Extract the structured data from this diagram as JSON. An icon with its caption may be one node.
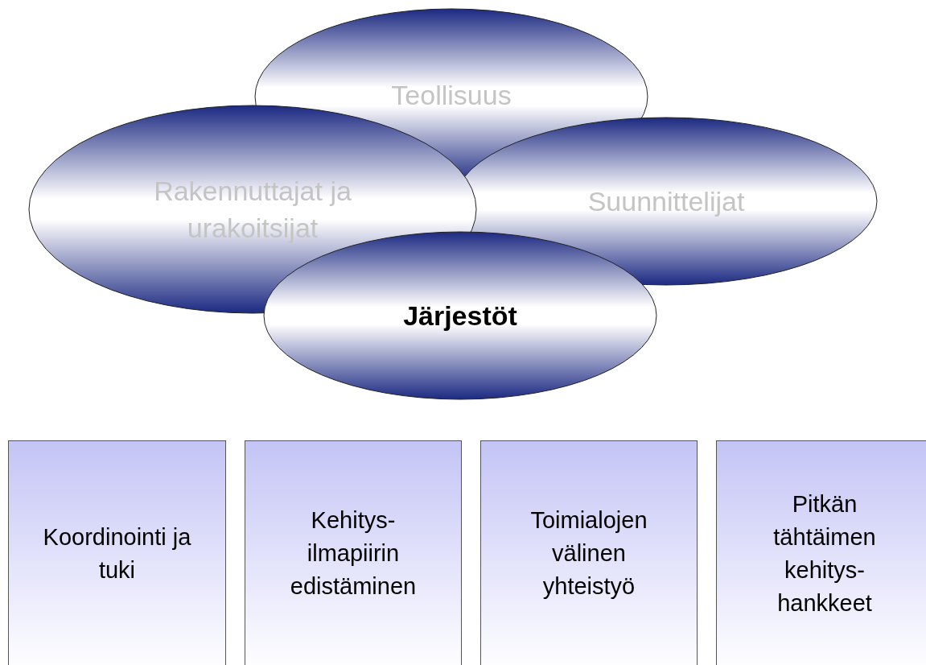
{
  "diagram": {
    "nodes": [
      {
        "text": [
          "Teollisuus"
        ]
      },
      {
        "text": [
          "Rakennuttajat ja urakoitsijat"
        ]
      },
      {
        "text": [
          "Suunnittelijat"
        ]
      },
      {
        "text": [
          "Järjestöt"
        ]
      },
      {
        "text": [
          "Koordinointi ja tuki"
        ]
      },
      {
        "text": [
          "Kehitys-ilmapiirin edistäminen"
        ]
      },
      {
        "text": [
          "Toimialojen välinen yhteistyö"
        ]
      },
      {
        "text": [
          "Pitkän tähtäimen kehitys-hankkeet"
        ]
      }
    ]
  }
}
